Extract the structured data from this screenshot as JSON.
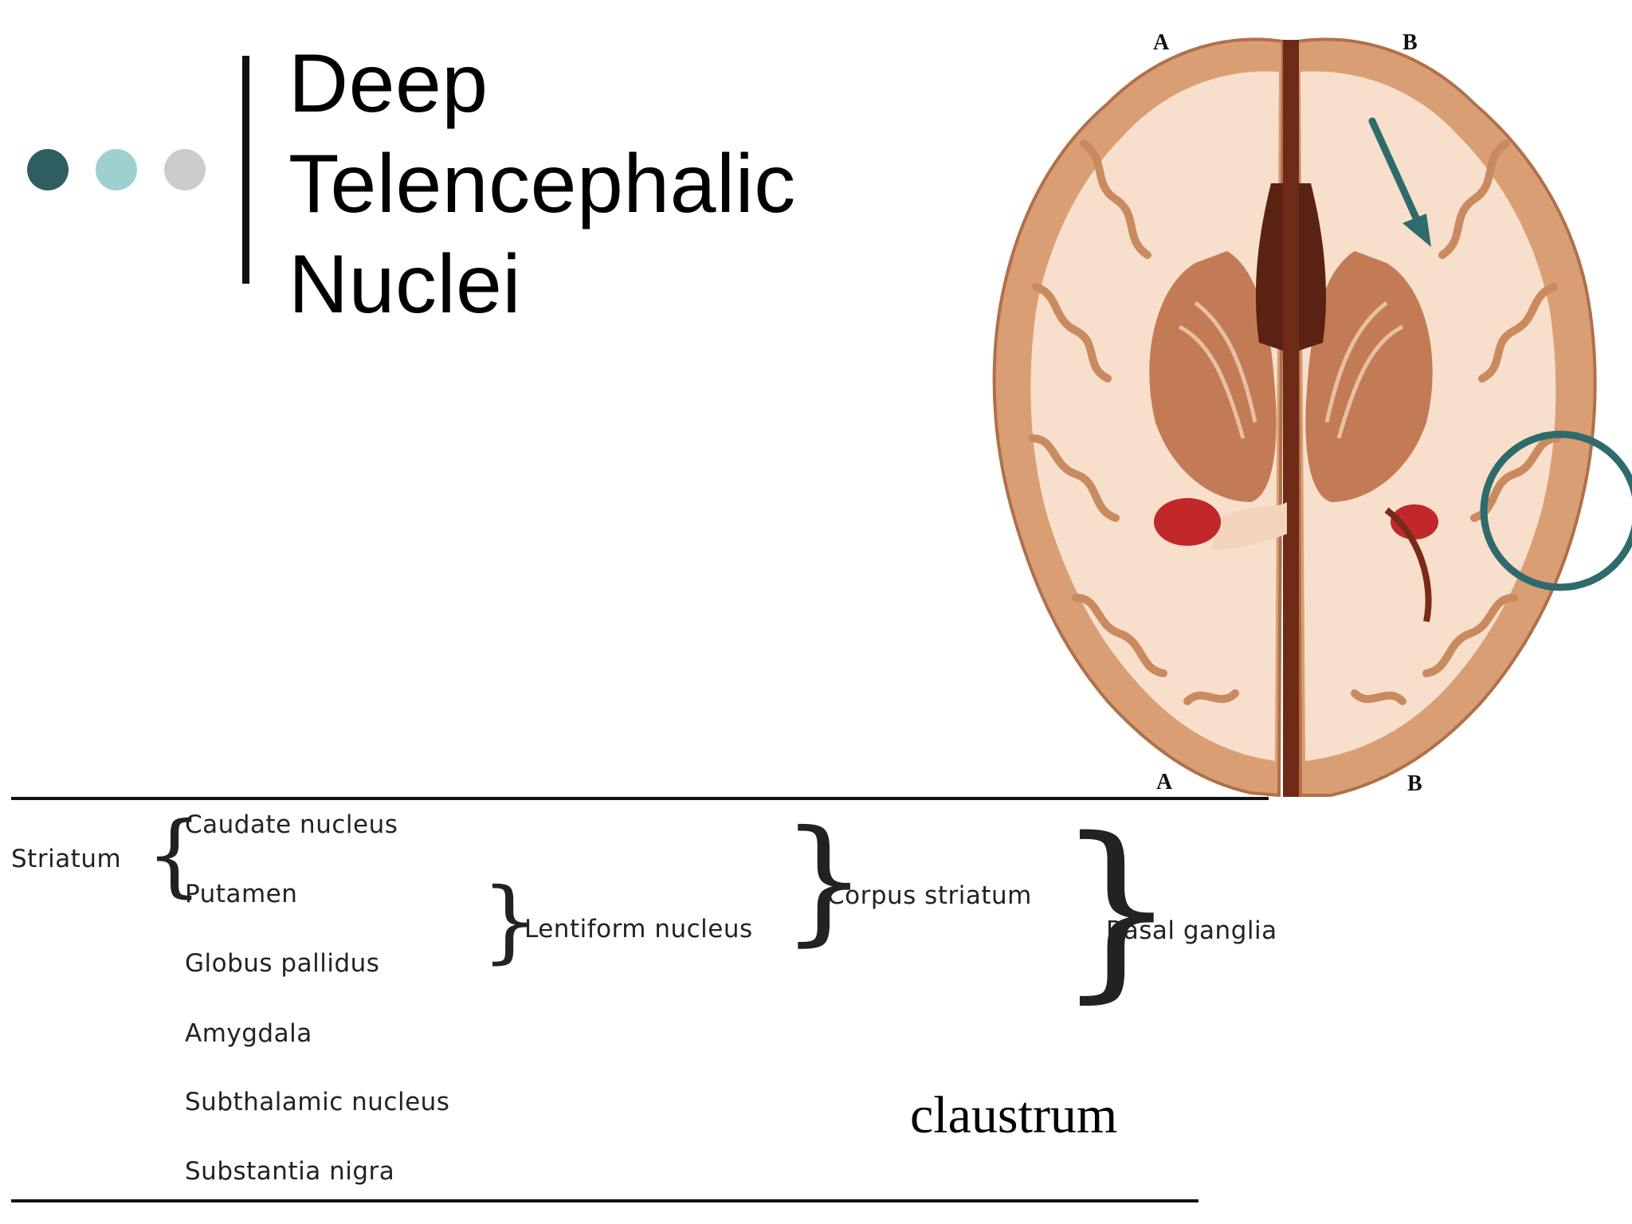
{
  "slide": {
    "title_lines": [
      "Deep",
      "Telencephalic",
      "Nuclei"
    ],
    "bullet_dot_colors": [
      "#2e5e62",
      "#9fd0d0",
      "#cccccc"
    ],
    "accent_color": "#2e6b6c"
  },
  "figure": {
    "labels": {
      "top_left": "A",
      "top_right": "B",
      "bottom_left": "A",
      "bottom_right": "B"
    },
    "annotations": [
      "teal-arrow",
      "teal-circle"
    ]
  },
  "table": {
    "group_striatum": "Striatum",
    "items": [
      "Caudate nucleus",
      "Putamen",
      "Globus pallidus",
      "Amygdala",
      "Subthalamic nucleus",
      "Substantia nigra"
    ],
    "group_lentiform": "Lentiform nucleus",
    "group_corpus": "Corpus striatum",
    "group_basal": "Basal ganglia"
  },
  "note": "claustrum"
}
